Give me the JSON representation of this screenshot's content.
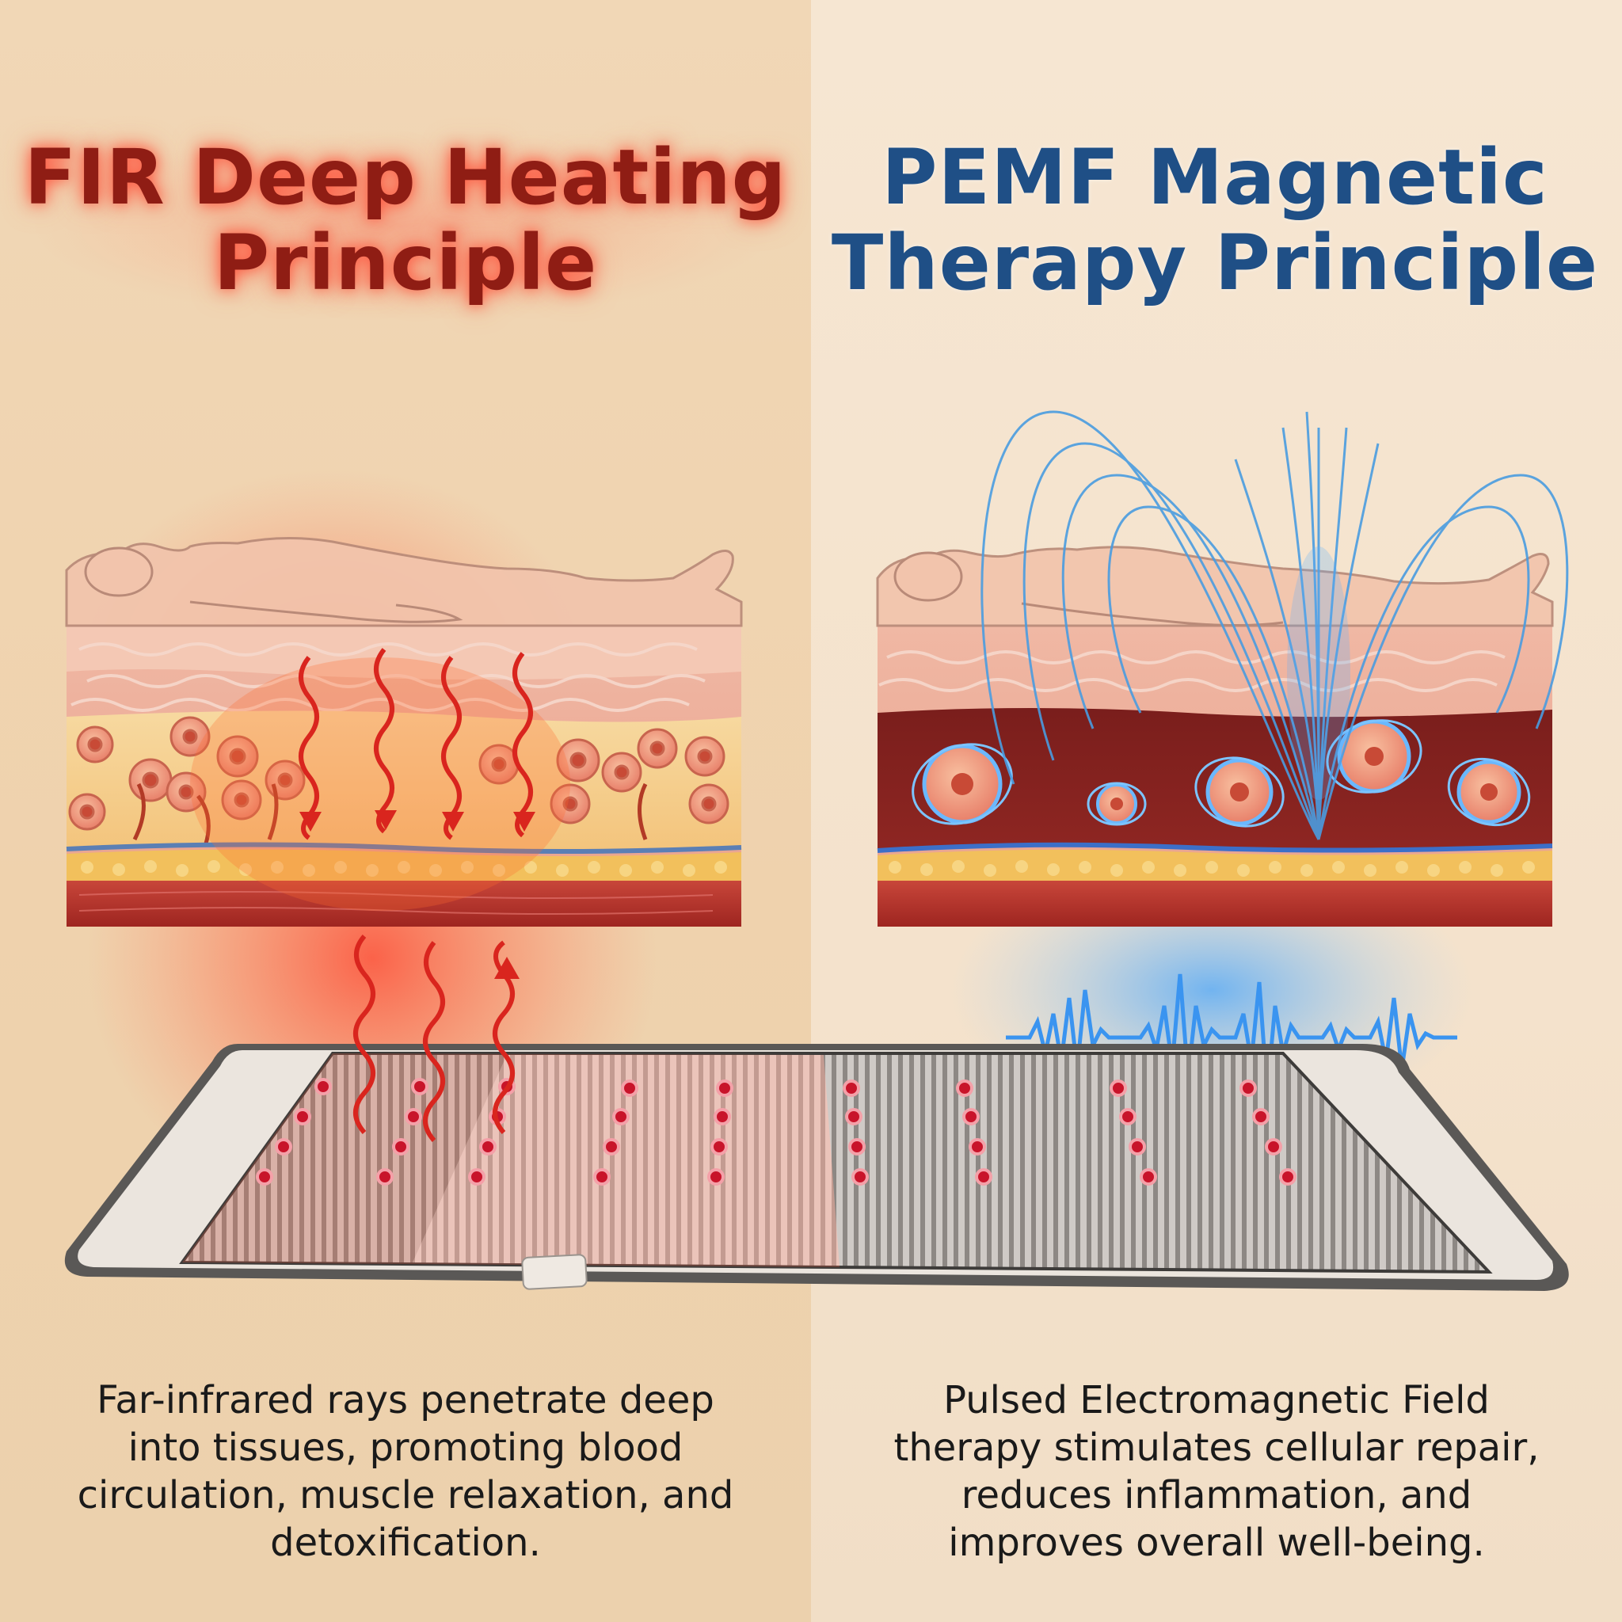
{
  "left": {
    "title_line1": "FIR Deep Heating",
    "title_line2": "Principle",
    "desc_lines": [
      "Far-infrared rays penetrate deep",
      "into tissues, promoting blood",
      "circulation, muscle relaxation, and",
      "detoxification."
    ],
    "title_color": "#8f1d14",
    "glow_color": "#ff4a32"
  },
  "right": {
    "title_line1": "PEMF Magnetic",
    "title_line2": "Therapy Principle",
    "desc_lines": [
      "Pulsed Electromagnetic Field",
      "therapy stimulates cellular repair,",
      "reduces inflammation, and",
      "improves overall well-being."
    ],
    "title_color": "#1f4f86",
    "field_color": "#4a9ce0"
  }
}
